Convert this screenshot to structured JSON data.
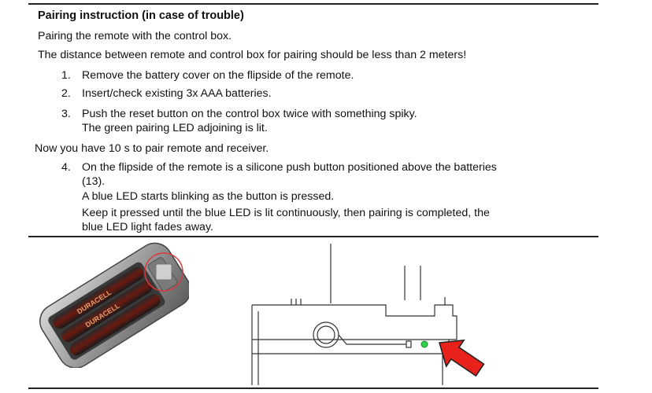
{
  "doc": {
    "title": "Pairing instruction (in case of trouble)",
    "intro1": "Pairing the remote with the control box.",
    "intro2": "The distance between remote and control box for pairing should be less than 2 meters!",
    "steps": [
      {
        "num": "1.",
        "lines": [
          "Remove the battery cover on the flipside of the remote."
        ]
      },
      {
        "num": "2.",
        "lines": [
          "Insert/check existing 3x AAA batteries."
        ]
      },
      {
        "num": "3.",
        "lines": [
          "Push the reset button on the control box twice with something spiky.",
          "The green pairing LED adjoining is lit."
        ]
      }
    ],
    "midline": "Now you have 10 s to pair remote and receiver.",
    "step4": {
      "num": "4.",
      "lines": [
        "On the flipside of the remote is a silicone push button positioned above the batteries",
        "(13).",
        "A blue LED starts blinking as the button is pressed.",
        "Keep it pressed until the blue LED is lit continuously, then pairing is completed, the",
        "blue LED light fades away."
      ]
    }
  },
  "colors": {
    "arrow": "#e8211b",
    "led_green": "#2fd14a",
    "circle": "#d83a3a"
  }
}
